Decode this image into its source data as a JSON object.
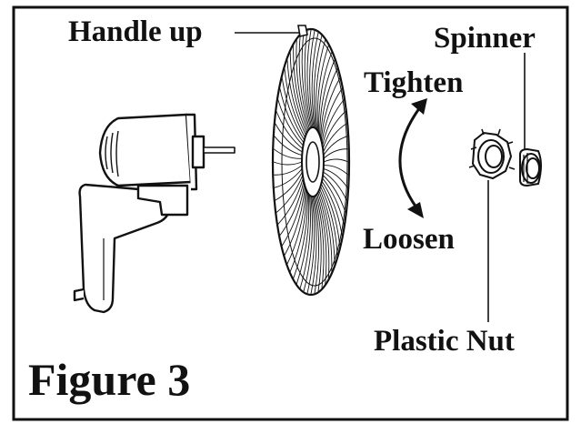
{
  "labels": {
    "handle_up": "Handle up",
    "spinner": "Spinner",
    "tighten": "Tighten",
    "loosen": "Loosen",
    "plastic_nut": "Plastic Nut",
    "figure": "Figure 3"
  },
  "icons": {
    "motor": "fan-motor-housing-icon",
    "grille": "fan-grille-icon",
    "nut": "plastic-nut-icon",
    "spinner": "spinner-cap-icon",
    "rotation": "curved-rotation-arrow-icon"
  },
  "colors": {
    "ink": "#111111",
    "paper": "#ffffff"
  }
}
